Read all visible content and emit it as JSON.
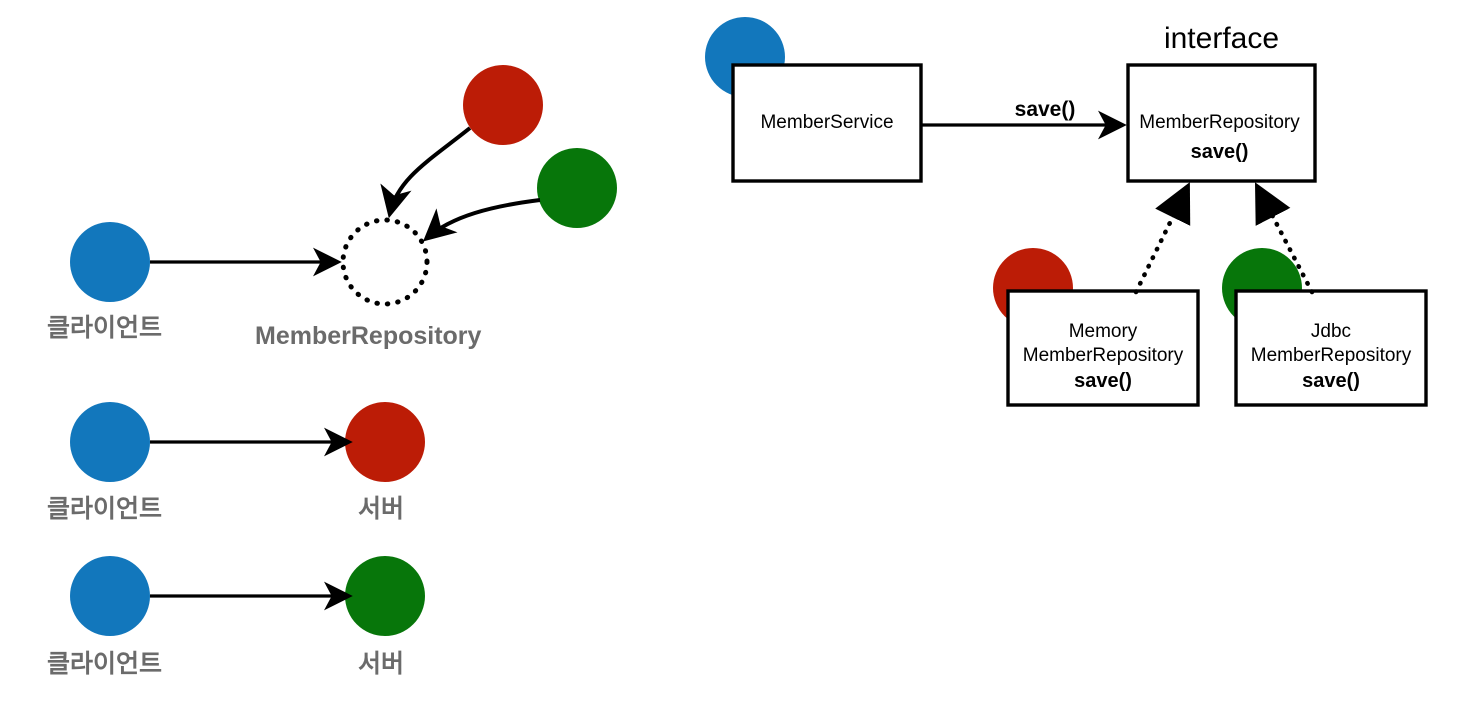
{
  "diagram": {
    "title": "Role-based interface and implementation diagram",
    "colors": {
      "client_blue": "#1277BC",
      "server_red": "#BC1C06",
      "server_green": "#07760A",
      "label_gray": "#6b6b6b",
      "stroke_black": "#000000",
      "background": "#ffffff"
    },
    "left_panel": {
      "role_row": {
        "client_label": "클라이언트",
        "role_label": "MemberRepository",
        "client_node": "client-circle-blue",
        "role_node": "dotted-role-circle",
        "impl_red_node": "impl-circle-red",
        "impl_green_node": "impl-circle-green"
      },
      "impl_rows": [
        {
          "client_label": "클라이언트",
          "server_label": "서버",
          "server_color_name": "server_red"
        },
        {
          "client_label": "클라이언트",
          "server_label": "서버",
          "server_color_name": "server_green"
        }
      ]
    },
    "right_panel": {
      "stereotype_label": "interface",
      "message_label": "save()",
      "boxes": [
        {
          "id": "member-service",
          "lines": [
            "MemberService"
          ],
          "weights": [
            "normal"
          ],
          "badge_color_name": "client_blue"
        },
        {
          "id": "member-repository",
          "lines": [
            "MemberRepository",
            "save()"
          ],
          "weights": [
            "normal",
            "bold"
          ],
          "badge_color_name": null
        },
        {
          "id": "memory-member-repository",
          "lines": [
            "Memory",
            "MemberRepository",
            "save()"
          ],
          "weights": [
            "normal",
            "normal",
            "bold"
          ],
          "badge_color_name": "server_red"
        },
        {
          "id": "jdbc-member-repository",
          "lines": [
            "Jdbc",
            "MemberRepository",
            "save()"
          ],
          "weights": [
            "normal",
            "normal",
            "bold"
          ],
          "badge_color_name": "server_green"
        }
      ]
    }
  }
}
